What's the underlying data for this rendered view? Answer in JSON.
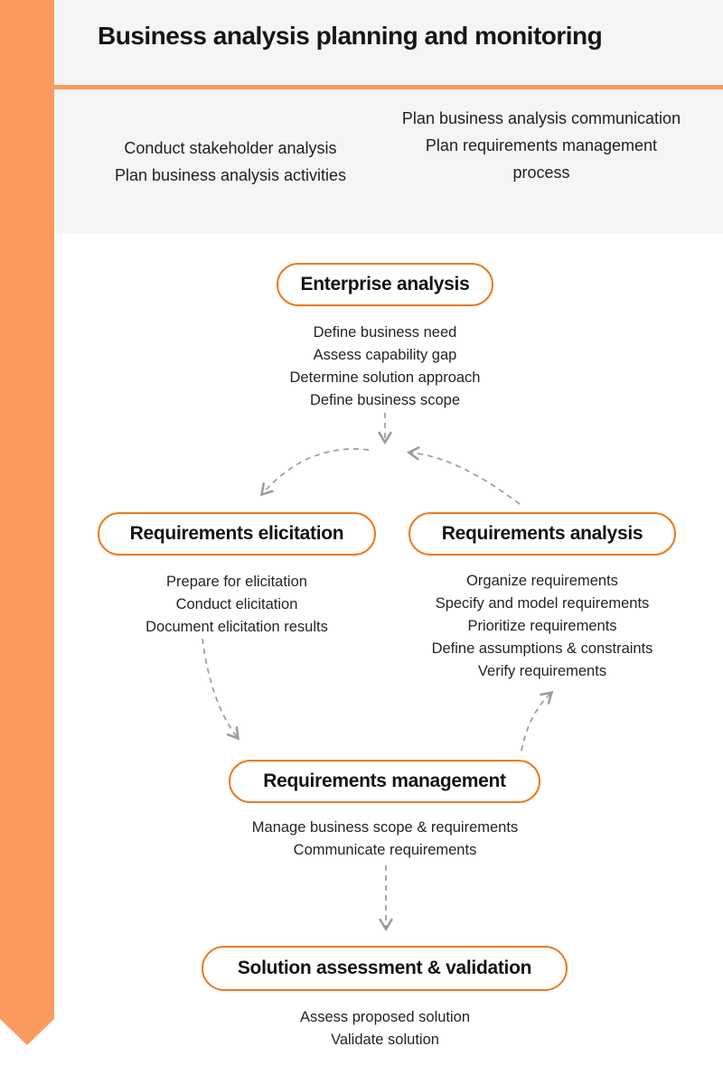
{
  "colors": {
    "ribbon_orange": "#FA9A5F",
    "pill_border_orange": "#ED7A1E",
    "header_background": "#F6F5F3",
    "text_dark": "#1F1F1F",
    "arrow_gray": "#9C9C9C"
  },
  "header": {
    "title": "Business analysis planning and monitoring",
    "left_tasks": [
      "Conduct stakeholder analysis",
      "Plan business analysis activities"
    ],
    "right_tasks": [
      "Plan business analysis communication",
      "Plan requirements management process"
    ]
  },
  "diagram": {
    "enterprise": {
      "label": "Enterprise analysis",
      "items": [
        "Define business need",
        "Assess capability gap",
        "Determine solution approach",
        "Define business scope"
      ]
    },
    "elicitation": {
      "label": "Requirements elicitation",
      "items": [
        "Prepare for elicitation",
        "Conduct elicitation",
        "Document elicitation results"
      ]
    },
    "analysis": {
      "label": "Requirements analysis",
      "items": [
        "Organize requirements",
        "Specify and model requirements",
        "Prioritize requirements",
        "Define assumptions & constraints",
        "Verify requirements"
      ]
    },
    "management": {
      "label": "Requirements management",
      "items": [
        "Manage business scope & requirements",
        "Communicate requirements"
      ]
    },
    "solution": {
      "label": "Solution assessment & validation",
      "items": [
        "Assess proposed solution",
        "Validate solution"
      ]
    }
  }
}
